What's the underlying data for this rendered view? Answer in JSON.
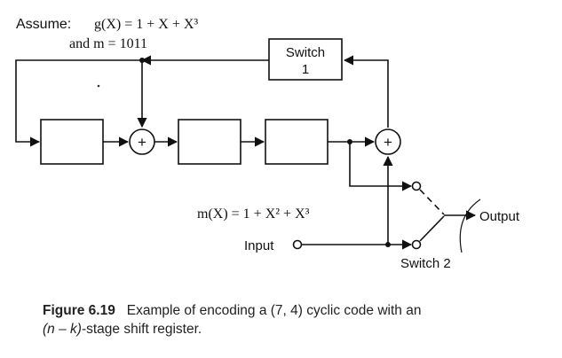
{
  "assumption": {
    "assume_word": "Assume:",
    "g_poly": "g(X) = 1 + X + X³",
    "m_text": "and m = 1011"
  },
  "switch1": {
    "line1": "Switch",
    "line2": "1"
  },
  "adders": [
    "+",
    "+"
  ],
  "m_poly": "m(X) = 1 + X² + X³",
  "input_label": "Input",
  "output_label": "Output",
  "switch2_label": "Switch 2",
  "caption": {
    "figure": "Figure 6.19",
    "text_pre": "Example of encoding a (7, 4) cyclic code with an",
    "text_line2_italic": "(n – k)",
    "text_line2_rest": "-stage shift register."
  }
}
